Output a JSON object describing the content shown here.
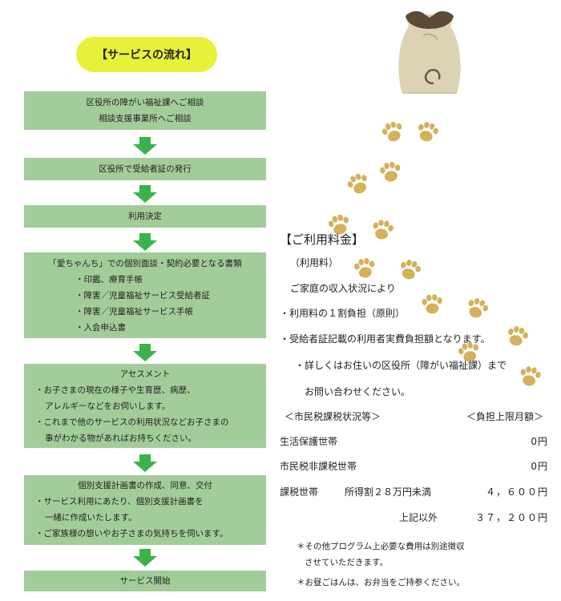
{
  "flow": {
    "title": "【サービスの流れ】",
    "steps": [
      {
        "lines": [
          "区役所の障がい福祉課へご相談",
          "相談支援事業所へご相談"
        ]
      },
      {
        "lines": [
          "区役所で受給者証の発行"
        ]
      },
      {
        "lines": [
          "利用決定"
        ]
      },
      {
        "lines": [
          "「愛ちゃんち」での個別面談・契約必要となる書類",
          "・印鑑、療育手帳",
          "・障害／児童福祉サービス受給者証",
          "・障害／児童福祉サービス手帳",
          "・入会申込書"
        ]
      },
      {
        "lines": [
          "アセスメント",
          "・お子さまの現在の様子や生育歴、病歴、",
          "アレルギーなどをお伺いします。",
          "・これまで他のサービスの利用状況などお子さまの",
          "事がわかる物があればお持ちください。"
        ]
      },
      {
        "lines": [
          "個別支援計画書の作成、同意、交付",
          "・サービス利用にあたり、個別支援計画書を",
          "一緒に作成いたします。",
          "・ご家族様の想いやお子さまの気持ちを伺います。"
        ]
      },
      {
        "lines": [
          "サービス開始"
        ]
      }
    ]
  },
  "fees": {
    "title": "【ご利用料金】",
    "sub": "（利用料）",
    "lines": [
      "ご家庭の収入状況により",
      "・利用料の１割負担（原則）",
      "・受給者証記載の利用者実費負担額となります。",
      "・詳しくはお住いの区役所（障がい福祉課）まで",
      "お問い合わせください。"
    ],
    "header_left": "＜市民税課税状況等＞",
    "header_right": "＜負担上限月額＞",
    "rows": [
      {
        "label": "生活保護世帯",
        "sub": "",
        "amount": "0円"
      },
      {
        "label": "市民税非課税世帯",
        "sub": "",
        "amount": "0円"
      },
      {
        "label": "課税世帯",
        "sub": "所得割２８万円未満",
        "amount": "４，６００円"
      },
      {
        "label": "",
        "sub": "上記以外",
        "amount": "３７，２００円"
      }
    ],
    "notes": [
      "＊その他プログラム上必要な費用は別途徴収",
      "させていただきます。",
      "＊お昼ごはんは、お弁当をご持参ください。"
    ]
  },
  "colors": {
    "box": "#a3cc9b",
    "arrow": "#3bb34a",
    "pill": "#e8f13a",
    "paw": "#d4b15a"
  }
}
